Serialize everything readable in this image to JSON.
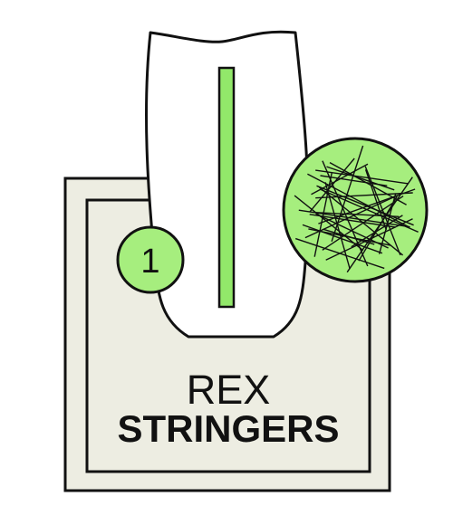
{
  "logo": {
    "line1": "REX",
    "line2": "STRINGERS",
    "badge_number": "1",
    "icons": {
      "board": "surfboard-icon",
      "stringer": "stringer-stripe-icon",
      "mesh": "string-mesh-ball-icon"
    }
  },
  "colors": {
    "outline": "#111111",
    "panel_fill": "#ededE2",
    "board_fill": "#ffffff",
    "accent_green": "#a6ee7e",
    "stringer_green": "#92e86a"
  }
}
